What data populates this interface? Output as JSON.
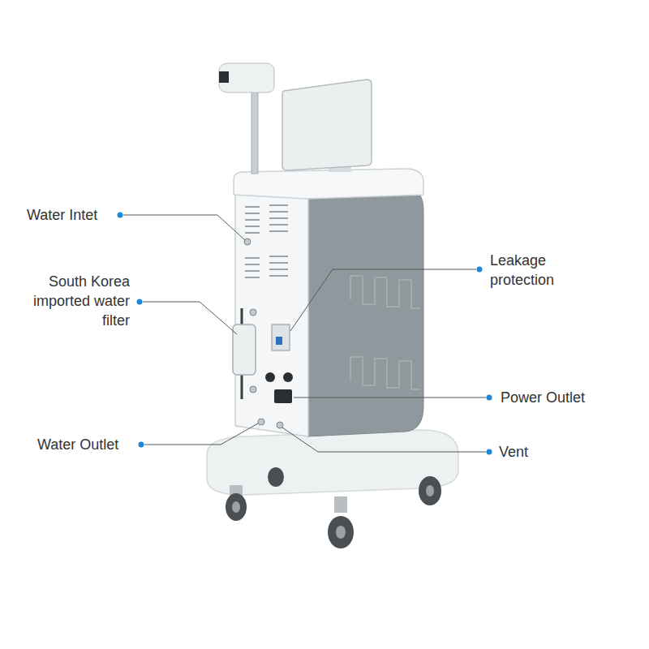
{
  "diagram": {
    "labels": [
      "Water Intet",
      "South Korea imported water filter",
      "Water Outlet",
      "Leakage protection",
      "Power Outlet",
      "Vent"
    ]
  }
}
